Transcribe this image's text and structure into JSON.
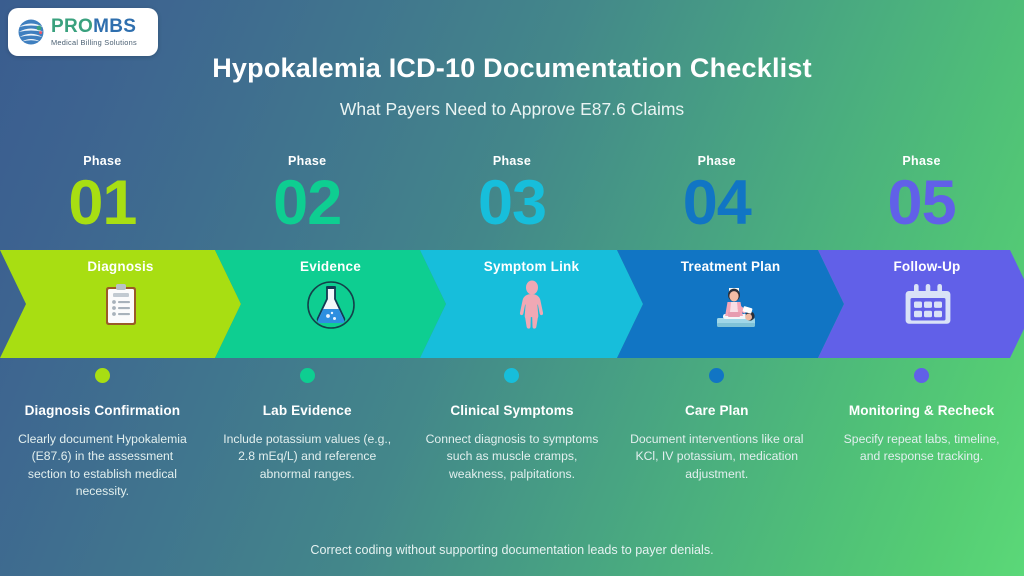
{
  "brand": {
    "name_part1": "PRO",
    "name_part2": "MBS",
    "tagline": "Medical Billing Solutions",
    "logo_icon": "globe-icon",
    "color_green": "#3aa17e",
    "color_blue": "#2f6fae"
  },
  "header": {
    "title": "Hypokalemia ICD-10 Documentation Checklist",
    "subtitle": "What Payers Need to Approve E87.6 Claims"
  },
  "phase_label": "Phase",
  "phases": [
    {
      "number": "01",
      "chevron_label": "Diagnosis",
      "icon": "clipboard-checklist-icon",
      "color": "#a8de12",
      "desc_title": "Diagnosis Confirmation",
      "desc_body": "Clearly document Hypokalemia (E87.6) in the assessment section to establish medical necessity."
    },
    {
      "number": "02",
      "chevron_label": "Evidence",
      "icon": "flask-icon",
      "color": "#0ece91",
      "desc_title": "Lab Evidence",
      "desc_body": "Include potassium values (e.g., 2.8 mEq/L) and reference abnormal ranges."
    },
    {
      "number": "03",
      "chevron_label": "Symptom Link",
      "icon": "human-body-icon",
      "color": "#17bedb",
      "desc_title": "Clinical Symptoms",
      "desc_body": "Connect diagnosis to symptoms such as muscle cramps, weakness, palpitations."
    },
    {
      "number": "04",
      "chevron_label": "Treatment Plan",
      "icon": "nurse-patient-icon",
      "color": "#1175c4",
      "desc_title": "Care Plan",
      "desc_body": "Document interventions like oral KCl, IV potassium, medication adjustment."
    },
    {
      "number": "05",
      "chevron_label": "Follow-Up",
      "icon": "calendar-icon",
      "color": "#6160e8",
      "desc_title": "Monitoring & Recheck",
      "desc_body": "Specify repeat labs, timeline, and response tracking."
    }
  ],
  "footer": {
    "note": "Correct coding without supporting documentation leads to payer denials."
  }
}
